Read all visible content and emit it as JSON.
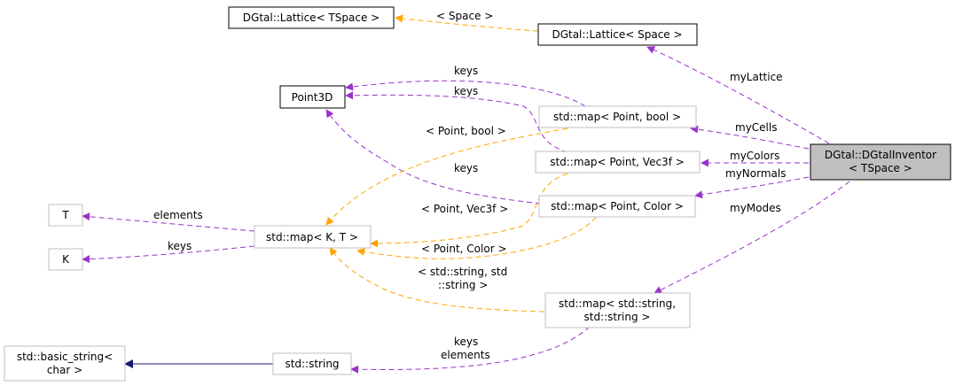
{
  "colors": {
    "usage": "#9a32cd",
    "template": "#ffa500",
    "inherit": "#191970"
  },
  "nodes": {
    "lattice_tspace": "DGtal::Lattice< TSpace >",
    "lattice_space": "DGtal::Lattice< Space >",
    "point3d": "Point3D",
    "map_bool": "std::map< Point, bool >",
    "map_vec3f": "std::map< Point, Vec3f >",
    "map_color": "std::map< Point, Color >",
    "dgtal_inventor": [
      "DGtal::DGtalInventor",
      "< TSpace >"
    ],
    "t": "T",
    "k": "K",
    "map_kt": "std::map< K, T >",
    "map_string": [
      "std::map< std::string,",
      "std::string >"
    ],
    "basic_string": [
      "std::basic_string<",
      "char >"
    ],
    "string": "std::string"
  },
  "edge_labels": {
    "space": "< Space >",
    "my_lattice": "myLattice",
    "keys_bool": "keys",
    "keys_vec3f": "keys",
    "keys_color": "keys",
    "point_bool": "< Point, bool >",
    "my_cells": "myCells",
    "my_colors": "myColors",
    "my_normals": "myNormals",
    "my_modes": "myModes",
    "elements_t": "elements",
    "keys_k": "keys",
    "point_vec3f": "< Point, Vec3f >",
    "point_color": "< Point, Color >",
    "string_string": [
      "< std::string, std",
      "::string >"
    ],
    "string_keys": "keys",
    "string_elements": "elements"
  }
}
